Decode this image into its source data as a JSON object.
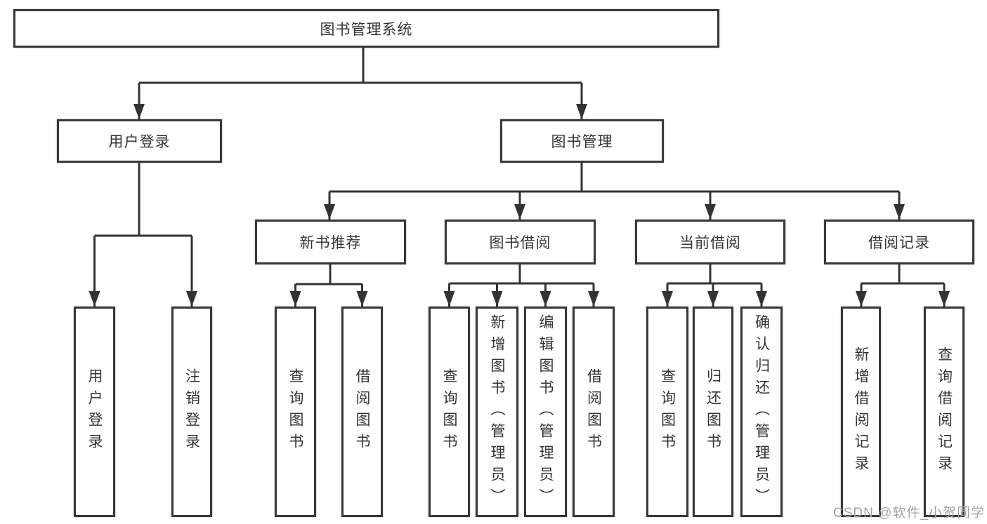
{
  "diagram": {
    "type": "tree",
    "root": {
      "label": "图书管理系统"
    },
    "level2": [
      {
        "label": "用户登录"
      },
      {
        "label": "图书管理"
      }
    ],
    "level3": [
      {
        "label": "新书推荐",
        "parent": "图书管理"
      },
      {
        "label": "图书借阅",
        "parent": "图书管理"
      },
      {
        "label": "当前借阅",
        "parent": "图书管理"
      },
      {
        "label": "借阅记录",
        "parent": "图书管理"
      }
    ],
    "leaves": [
      {
        "label": "用户登录",
        "parent": "用户登录"
      },
      {
        "label": "注销登录",
        "parent": "用户登录"
      },
      {
        "label": "查询图书",
        "parent": "新书推荐"
      },
      {
        "label": "借阅图书",
        "parent": "新书推荐"
      },
      {
        "label": "查询图书",
        "parent": "图书借阅"
      },
      {
        "label": "新增图书（管理员）",
        "parent": "图书借阅"
      },
      {
        "label": "编辑图书（管理员）",
        "parent": "图书借阅"
      },
      {
        "label": "借阅图书",
        "parent": "图书借阅"
      },
      {
        "label": "查询图书",
        "parent": "当前借阅"
      },
      {
        "label": "归还图书",
        "parent": "当前借阅"
      },
      {
        "label": "确认归还（管理员）",
        "parent": "当前借阅"
      },
      {
        "label": "新增借阅记录",
        "parent": "借阅记录"
      },
      {
        "label": "查询借阅记录",
        "parent": "借阅记录"
      }
    ],
    "colors": {
      "line": "#333333",
      "box_border": "#383838",
      "box_background": "#ffffff",
      "text": "#333333",
      "watermark": "#a3a3a3"
    }
  },
  "watermark": "CSDN @软件_小贺同学"
}
